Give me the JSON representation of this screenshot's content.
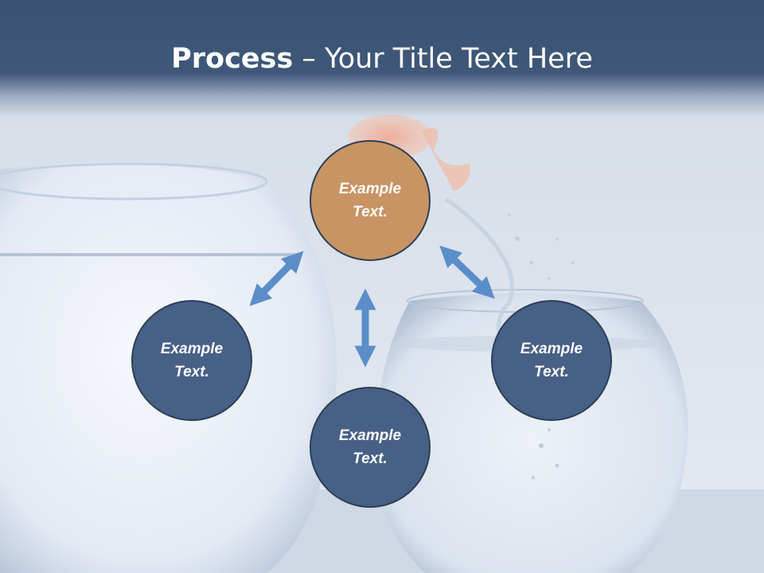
{
  "title": {
    "bold": "Process",
    "rest": " – Your Title Text Here"
  },
  "nodes": {
    "top": "Example Text.",
    "left": "Example Text.",
    "right": "Example Text.",
    "bottom": "Example Text."
  },
  "colors": {
    "header": "#3f5778",
    "node_blue": "#476086",
    "node_orange": "#c89463",
    "arrow": "#5b8ec9"
  }
}
